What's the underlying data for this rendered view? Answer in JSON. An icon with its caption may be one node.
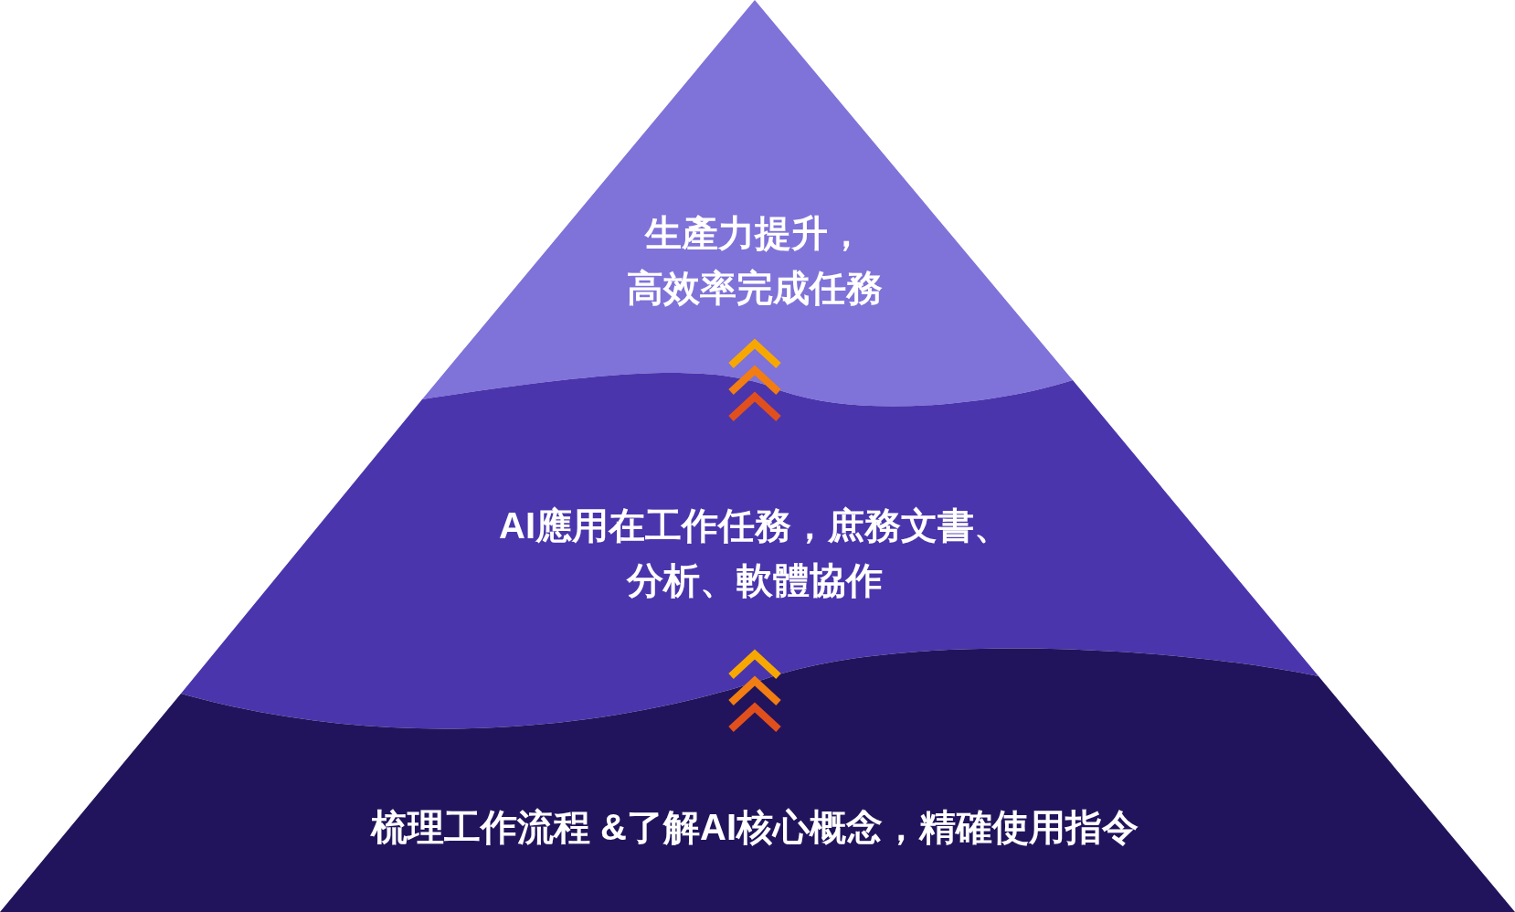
{
  "diagram": {
    "nodes": [
      {
        "text": [
          "生產力提升，高效率完成任務"
        ]
      },
      {
        "text": [
          "AI應用在工作任務，庶務文書、分析、軟體協作"
        ]
      },
      {
        "text": [
          "梳理工作流程 &了解AI核心概念，精確使用指令"
        ]
      }
    ],
    "edges": [
      {
        "from": 2,
        "to": 1,
        "arrow": "to"
      },
      {
        "from": 1,
        "to": 0,
        "arrow": "to"
      }
    ]
  }
}
